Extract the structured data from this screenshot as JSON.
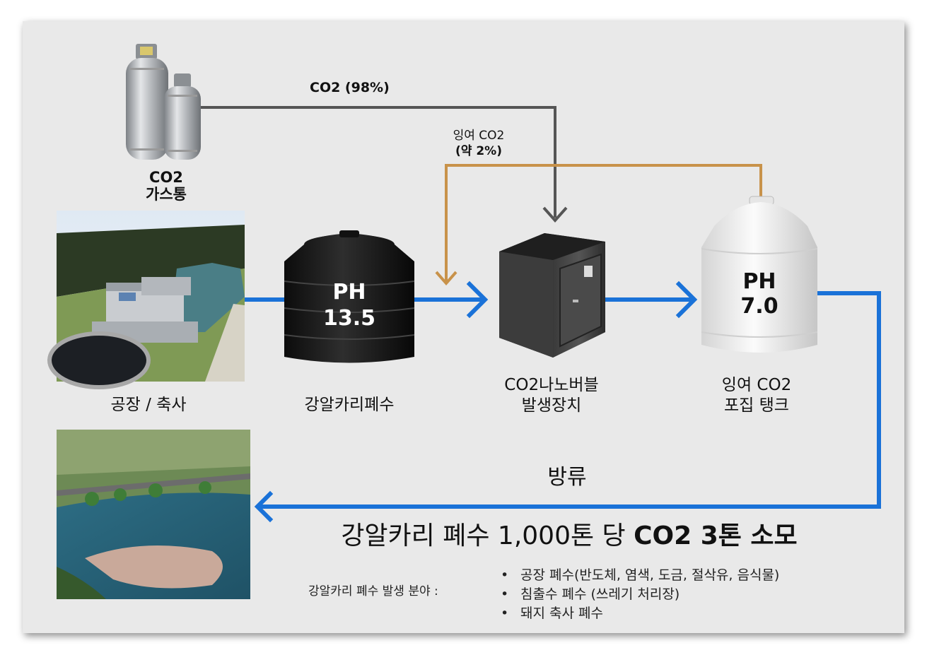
{
  "flow_labels": {
    "co2_supply": "CO2 (98%)",
    "surplus_line1": "잉여 CO2",
    "surplus_line2": "(약 2%)",
    "discharge": "방류"
  },
  "nodes": {
    "gas_cylinder": {
      "line1": "CO2",
      "line2": "가스통"
    },
    "factory": {
      "label": "공장 / 축사"
    },
    "alkaline_tank": {
      "label": "강알카리폐수",
      "ph_title": "PH",
      "ph_value": "13.5"
    },
    "nanobubble": {
      "line1": "CO2나노버블",
      "line2": "발생장치"
    },
    "capture_tank": {
      "line1": "잉여 CO2",
      "line2": "포집 탱크",
      "ph_title": "PH",
      "ph_value": "7.0"
    }
  },
  "headline": "강알카리 폐수 1,000톤 당 CO2 3톤 소모",
  "headline_parts": {
    "pre": "강알카리 폐수 1,000톤 당 ",
    "strong": "CO2 3톤 소모"
  },
  "fields": {
    "title": "강알카리 폐수 발생 분야 :",
    "bullet": "•",
    "items": [
      "공장 폐수(반도체, 염색, 도금, 절삭유, 음식물)",
      "침출수 폐수 (쓰레기 처리장)",
      "돼지 축사 폐수"
    ]
  },
  "colors": {
    "water_flow": "#1a72d8",
    "co2_line": "#555555",
    "surplus_line": "#c8924a",
    "panel_bg": "#e9e9e9"
  }
}
